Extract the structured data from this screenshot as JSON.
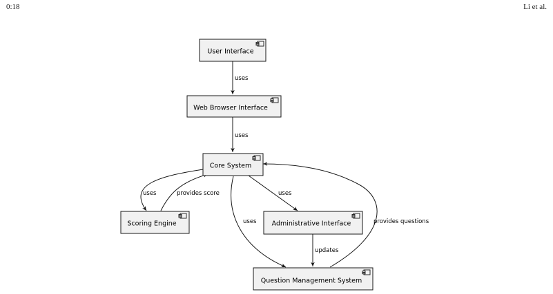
{
  "header": {
    "page_number": "0:18",
    "authors": "Li et al."
  },
  "components": [
    {
      "id": "user-interface",
      "label": "User Interface",
      "icon": "component-icon"
    },
    {
      "id": "web-browser-interface",
      "label": "Web Browser Interface",
      "icon": "component-icon"
    },
    {
      "id": "core-system",
      "label": "Core System",
      "icon": "component-icon"
    },
    {
      "id": "scoring-engine",
      "label": "Scoring Engine",
      "icon": "component-icon"
    },
    {
      "id": "administrative-interface",
      "label": "Administrative Interface",
      "icon": "component-icon"
    },
    {
      "id": "question-management-system",
      "label": "Question Management System",
      "icon": "component-icon"
    }
  ],
  "edges": [
    {
      "from": "user-interface",
      "to": "web-browser-interface",
      "label": "uses"
    },
    {
      "from": "web-browser-interface",
      "to": "core-system",
      "label": "uses"
    },
    {
      "from": "core-system",
      "to": "scoring-engine",
      "label": "uses"
    },
    {
      "from": "scoring-engine",
      "to": "core-system",
      "label": "provides score"
    },
    {
      "from": "core-system",
      "to": "administrative-interface",
      "label": "uses"
    },
    {
      "from": "core-system",
      "to": "question-management-system",
      "label": "uses"
    },
    {
      "from": "administrative-interface",
      "to": "question-management-system",
      "label": "updates"
    },
    {
      "from": "question-management-system",
      "to": "core-system",
      "label": "provides questions"
    }
  ]
}
